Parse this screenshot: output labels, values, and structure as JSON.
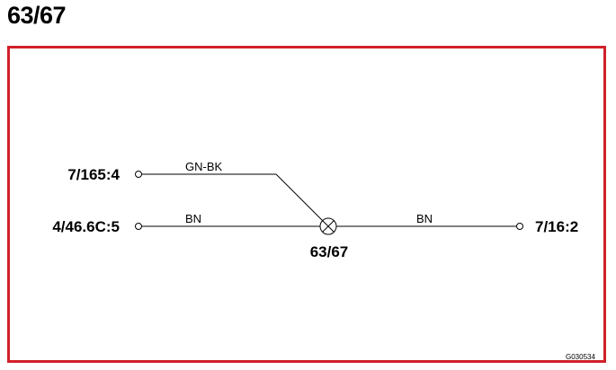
{
  "title": "63/67",
  "connectors": {
    "left_top": "7/165:4",
    "left_bottom": "4/46.6C:5",
    "right": "7/16:2",
    "splice": "63/67"
  },
  "wires": {
    "top": "GN-BK",
    "bottom_left": "BN",
    "right": "BN"
  },
  "doc_id": "G030534",
  "colors": {
    "frame": "#d0202a",
    "line": "#000000"
  }
}
